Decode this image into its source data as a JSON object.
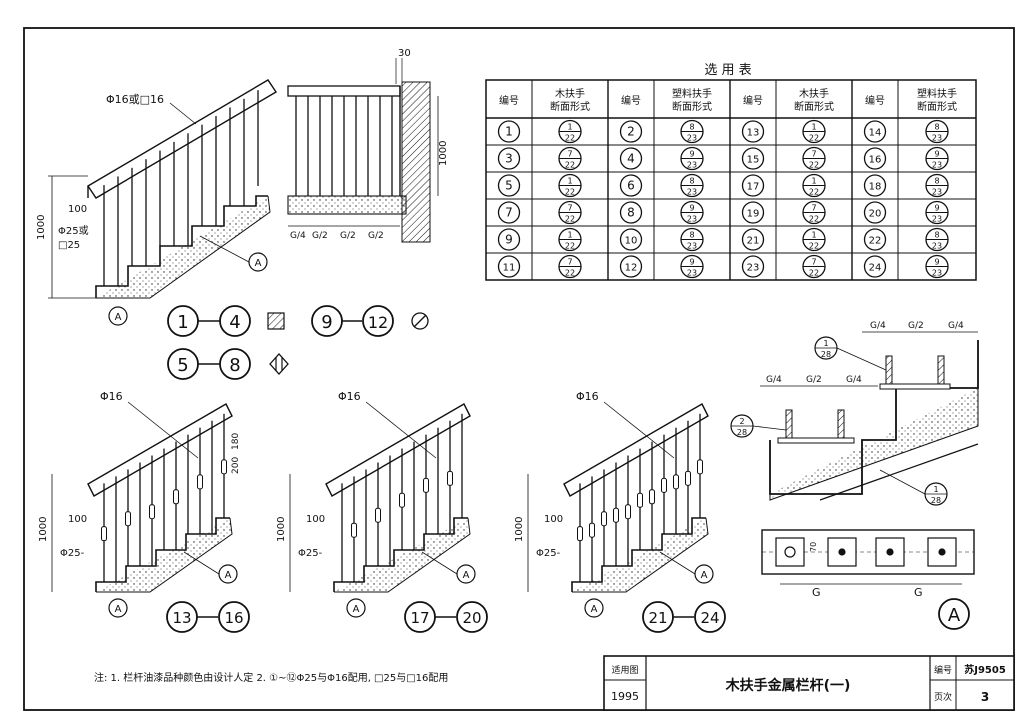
{
  "table": {
    "title": "选 用 表",
    "headers": [
      "编号",
      "木扶手\n断面形式",
      "编号",
      "塑料扶手\n断面形式",
      "编号",
      "木扶手\n断面形式",
      "编号",
      "塑料扶手\n断面形式"
    ],
    "rows": [
      [
        {
          "n": "1",
          "t": "1",
          "b": "22"
        },
        {
          "n": "2",
          "t": "8",
          "b": "23"
        },
        {
          "n": "13",
          "t": "1",
          "b": "22"
        },
        {
          "n": "14",
          "t": "8",
          "b": "23"
        }
      ],
      [
        {
          "n": "3",
          "t": "7",
          "b": "22"
        },
        {
          "n": "4",
          "t": "9",
          "b": "23"
        },
        {
          "n": "15",
          "t": "7",
          "b": "22"
        },
        {
          "n": "16",
          "t": "9",
          "b": "23"
        }
      ],
      [
        {
          "n": "5",
          "t": "1",
          "b": "22"
        },
        {
          "n": "6",
          "t": "8",
          "b": "23"
        },
        {
          "n": "17",
          "t": "1",
          "b": "22"
        },
        {
          "n": "18",
          "t": "8",
          "b": "23"
        }
      ],
      [
        {
          "n": "7",
          "t": "7",
          "b": "22"
        },
        {
          "n": "8",
          "t": "9",
          "b": "23"
        },
        {
          "n": "19",
          "t": "7",
          "b": "22"
        },
        {
          "n": "20",
          "t": "9",
          "b": "23"
        }
      ],
      [
        {
          "n": "9",
          "t": "1",
          "b": "22"
        },
        {
          "n": "10",
          "t": "8",
          "b": "23"
        },
        {
          "n": "21",
          "t": "1",
          "b": "22"
        },
        {
          "n": "22",
          "t": "8",
          "b": "23"
        }
      ],
      [
        {
          "n": "11",
          "t": "7",
          "b": "22"
        },
        {
          "n": "12",
          "t": "9",
          "b": "23"
        },
        {
          "n": "23",
          "t": "7",
          "b": "22"
        },
        {
          "n": "24",
          "t": "9",
          "b": "23"
        }
      ]
    ]
  },
  "labels": {
    "rail1": "Φ16或□16",
    "dim100": "100",
    "dim1000": "1000",
    "baluster25": "Φ25或",
    "baluster25b": "□25",
    "phi16": "Φ16",
    "phi25": "Φ25-",
    "dim30": "30",
    "dim200": "200",
    "dim180": "180",
    "g4": "G/4",
    "g2": "G/2",
    "gcap": "G",
    "detail_a": "A",
    "ref1_t": "1",
    "ref1_b": "28",
    "ref2_t": "2",
    "ref2_b": "28",
    "dim70": "70"
  },
  "ranges": {
    "r1": {
      "from": "1",
      "to": "4"
    },
    "r2": {
      "from": "9",
      "to": "12"
    },
    "r3": {
      "from": "5",
      "to": "8"
    },
    "r4": {
      "from": "13",
      "to": "16"
    },
    "r5": {
      "from": "17",
      "to": "20"
    },
    "r6": {
      "from": "21",
      "to": "24"
    }
  },
  "note": "注: 1. 栏杆油漆品种颜色由设计人定  2. ①~⑫Φ25与Φ16配用, □25与□16配用",
  "title_block": {
    "label_applicable": "适用图",
    "year": "1995",
    "title": "木扶手金属栏杆(一)",
    "label_code": "编号",
    "code": "苏J9505",
    "label_page": "页次",
    "page": "3"
  }
}
